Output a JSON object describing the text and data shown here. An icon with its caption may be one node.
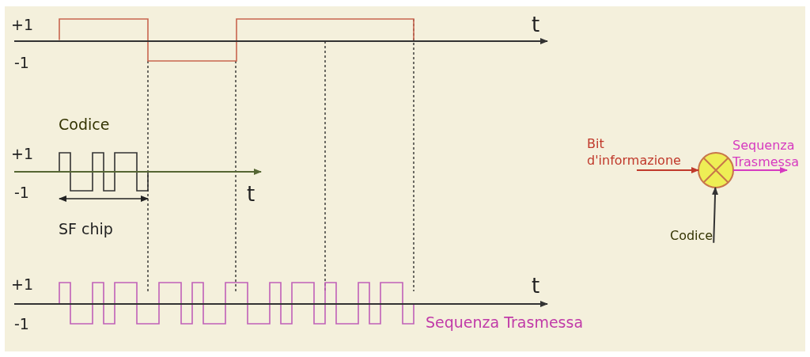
{
  "diagram": {
    "nodes": [
      {
        "text": [
          "Bit d'informazione"
        ]
      },
      {
        "text": [
          "Codice"
        ]
      },
      {
        "text": [],
        "shape": "circle"
      },
      {
        "text": [
          "Sequenza Trasmessa"
        ]
      }
    ],
    "edges": [
      {
        "from": 0,
        "to": 2,
        "arrow": "to",
        "color": "#c0392b"
      },
      {
        "from": 1,
        "to": 2,
        "arrow": "to",
        "color": "#333333"
      },
      {
        "from": 2,
        "to": 3,
        "arrow": "to",
        "color": "#d63ac0"
      }
    ],
    "labels": [
      "+1",
      "t",
      "-1",
      "Codice",
      "+1",
      "-1",
      "t",
      "SF chip",
      "+1",
      "t",
      "-1",
      "Sequenza Trasmessa"
    ]
  }
}
